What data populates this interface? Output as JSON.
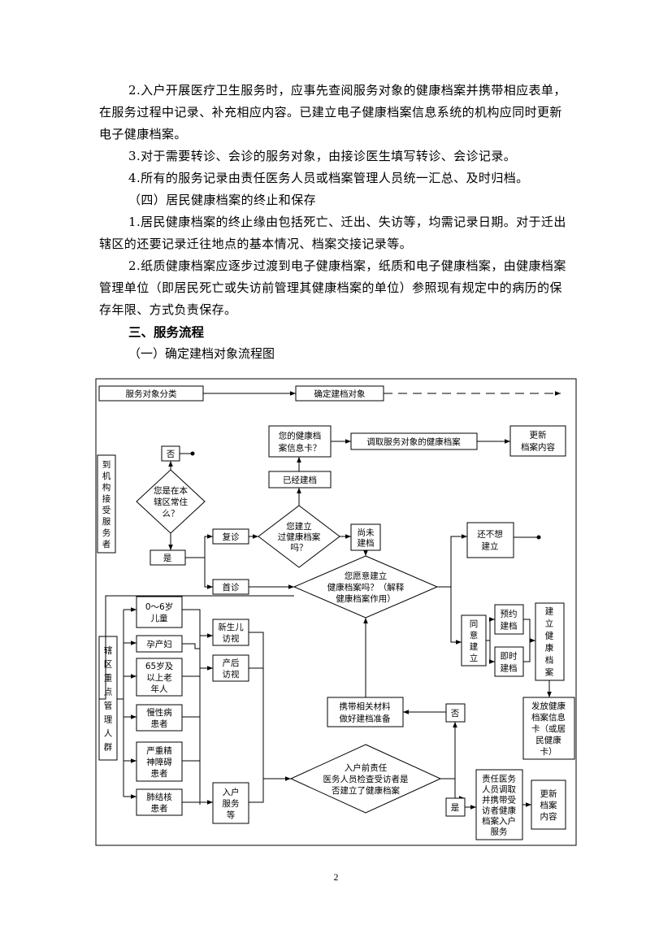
{
  "paragraphs": {
    "p1": "2.入户开展医疗卫生服务时，应事先查阅服务对象的健康档案并携带相应表单，在服务过程中记录、补充相应内容。已建立电子健康档案信息系统的机构应同时更新电子健康档案。",
    "p2": "3.对于需要转诊、会诊的服务对象，由接诊医生填写转诊、会诊记录。",
    "p3": "4.所有的服务记录由责任医务人员或档案管理人员统一汇总、及时归档。",
    "p4": "（四）居民健康档案的终止和保存",
    "p5": "1.居民健康档案的终止缘由包括死亡、迁出、失访等，均需记录日期。对于迁出辖区的还要记录迁往地点的基本情况、档案交接记录等。",
    "p6": "2.纸质健康档案应逐步过渡到电子健康档案，纸质和电子健康档案，由健康档案管理单位（即居民死亡或失访前管理其健康档案的单位）参照现有规定中的病历的保存年限、方式负责保存。"
  },
  "section_heading": "三、服务流程",
  "sub_heading": "（一）确定建档对象流程图",
  "flowchart": {
    "header_left": "服务对象分类",
    "header_right": "确定建档对象",
    "visit_label": [
      "到",
      "机",
      "构",
      "接",
      "受",
      "服",
      "务",
      "者"
    ],
    "key_group_label": [
      "辖",
      "区",
      "重",
      "点",
      "管",
      "理",
      "人",
      "群"
    ],
    "no_top": "否",
    "resident_question": [
      "您是在本",
      "辖区常住",
      "么？"
    ],
    "yes_left": "是",
    "revisit": "复诊",
    "first_visit": "首诊",
    "built_question": [
      "您建立",
      "过健康档案",
      "吗？"
    ],
    "already_built": "已经建档",
    "card_question": [
      "您的健康档",
      "案信息卡？"
    ],
    "retrieve_record": "调取服务对象的健康档案",
    "update_record_top": [
      "更新",
      "档案内容"
    ],
    "not_built": [
      "尚未",
      "建档"
    ],
    "willing_question": [
      "您愿意建立",
      "健康档案吗？（解释",
      "健康档案作用）"
    ],
    "not_want": [
      "还不想",
      "建立"
    ],
    "agree_build": [
      "同",
      "意",
      "建",
      "立"
    ],
    "appointment": [
      "预约",
      "建档"
    ],
    "immediate": [
      "即时",
      "建档"
    ],
    "build_record": [
      "建",
      "立",
      "健",
      "康",
      "档",
      "案"
    ],
    "issue_card": [
      "发放健康",
      "档案信息",
      "卡（或居",
      "民健康",
      "卡）"
    ],
    "groups": [
      [
        "0～6岁",
        "儿童"
      ],
      [
        "孕产妇"
      ],
      [
        "65岁及",
        "以上老",
        "年人"
      ],
      [
        "慢性病",
        "患者"
      ],
      [
        "严重精",
        "神障碍",
        "患者"
      ],
      [
        "肺结核",
        "患者"
      ]
    ],
    "newborn_visit": [
      "新生儿",
      "访视"
    ],
    "postpartum_visit": [
      "产后",
      "访视"
    ],
    "home_service": [
      "入户",
      "服务",
      "等"
    ],
    "check_question": [
      "入户前责任",
      "医务人员检查受访者是",
      "否建立了健康档案"
    ],
    "no_bottom": "否",
    "yes_bottom": "是",
    "bring_materials": [
      "携带相关材料",
      "做好建档准备"
    ],
    "doctor_retrieve": [
      "责任医务",
      "人员调取",
      "并携带受",
      "访者健康",
      "档案入户",
      "服务"
    ],
    "update_record_bottom": [
      "更新",
      "档案",
      "内容"
    ]
  },
  "page_number": "2"
}
